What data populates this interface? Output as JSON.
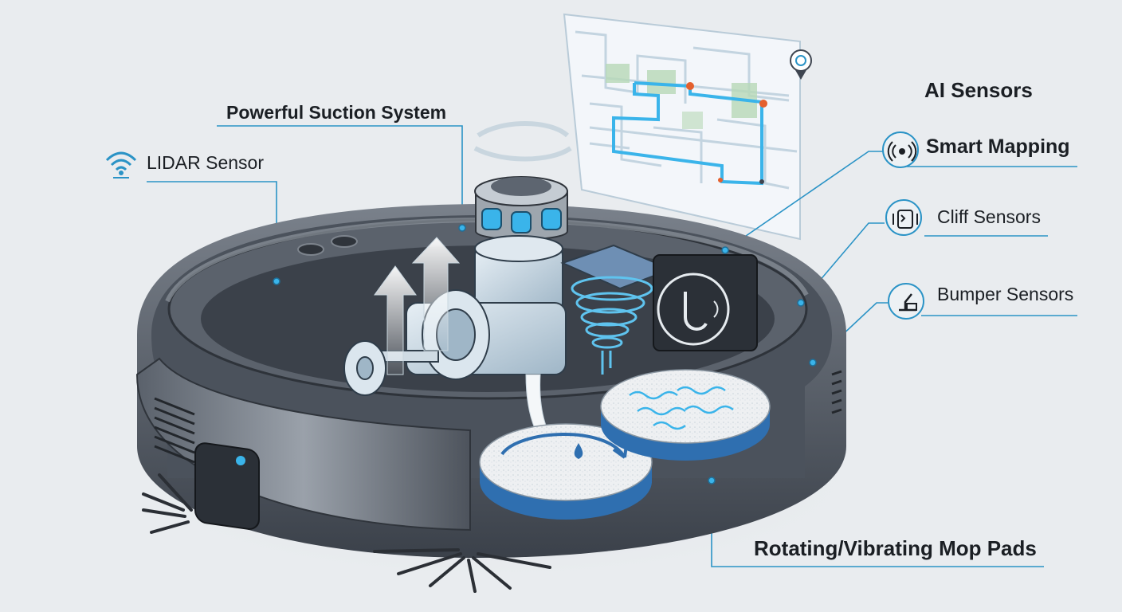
{
  "labels": {
    "suction": "Powerful Suction System",
    "lidar": "LIDAR Sensor",
    "ai_sensors": "AI Sensors",
    "smart_mapping": "Smart Mapping",
    "cliff_sensors": "Cliff Sensors",
    "bumper_sensors": "Bumper Sensors",
    "mop_pads": "Rotating/Vibrating Mop Pads"
  },
  "icons": {
    "lidar": "wifi-signal-icon",
    "smart_mapping": "radar-broadcast-icon",
    "cliff_sensors": "cliff-detect-icon",
    "bumper_sensors": "bumper-icon",
    "map_pin": "location-pin-icon"
  },
  "colors": {
    "background": "#e9ecef",
    "accent": "#2a93c6",
    "glow": "#5fc3ee",
    "body_dark": "#3e4550",
    "body_mid": "#6b727c",
    "mop_blue": "#2f6fb0",
    "route": "#3ab4ea",
    "waypoint": "#e4602e"
  }
}
